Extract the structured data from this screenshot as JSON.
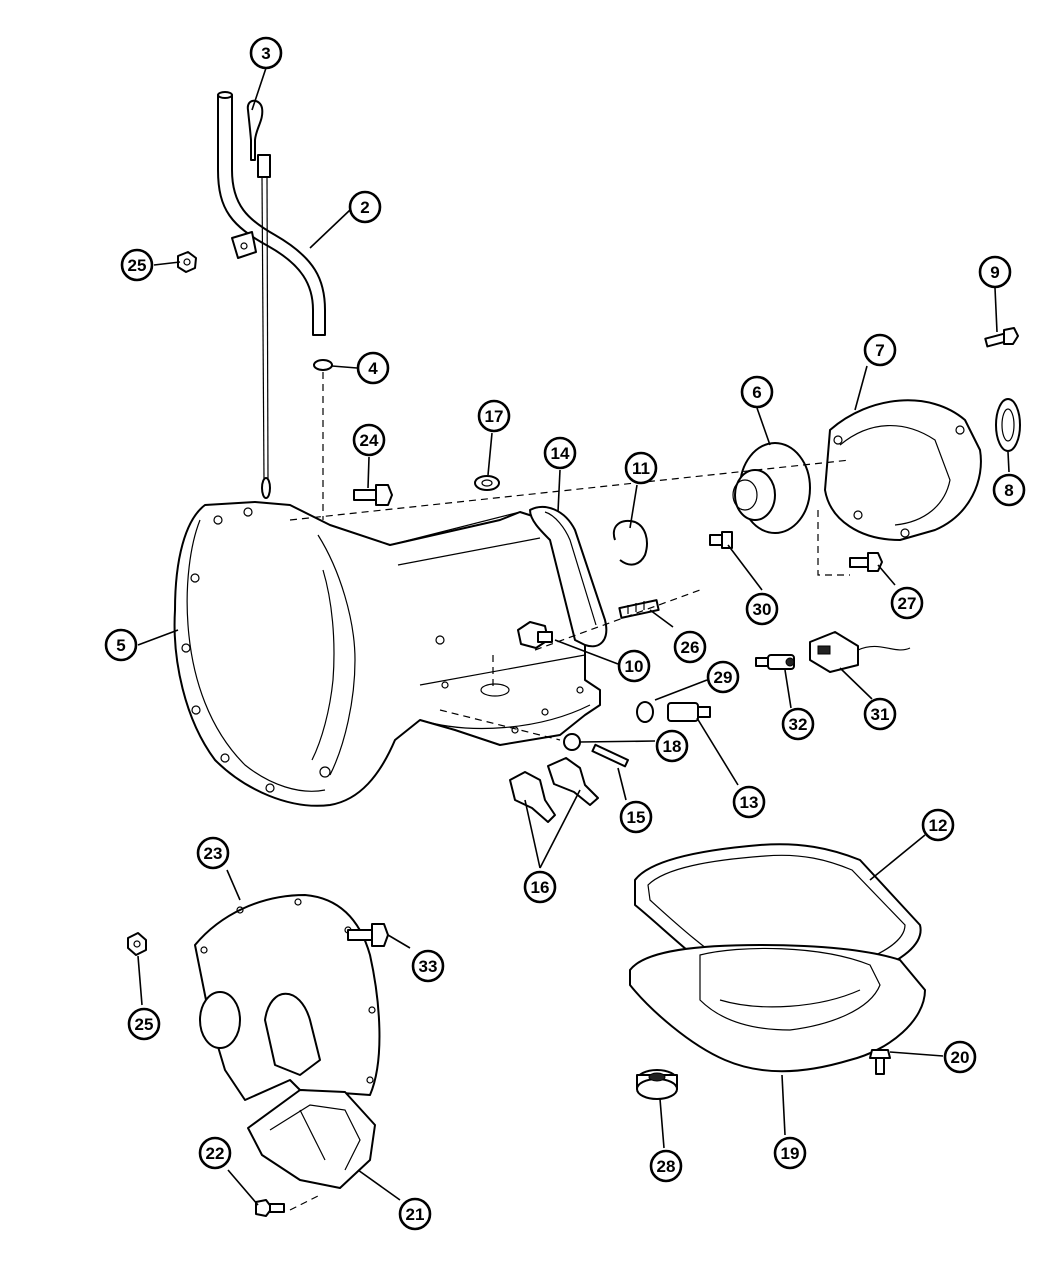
{
  "callouts": {
    "c1": "2",
    "c2": "3",
    "c3": "4",
    "c4": "5",
    "c5": "6",
    "c6": "7",
    "c7": "8",
    "c8": "9",
    "c9": "10",
    "c10": "11",
    "c11": "12",
    "c12": "13",
    "c13": "14",
    "c14": "15",
    "c15": "16",
    "c16": "17",
    "c17": "18",
    "c18": "19",
    "c19": "20",
    "c20": "21",
    "c21": "22",
    "c22": "23",
    "c23": "24",
    "c24": "25",
    "c25": "25",
    "c26": "26",
    "c27": "27",
    "c28": "28",
    "c29": "29",
    "c30": "30",
    "c31": "31",
    "c32": "32",
    "c33": "33"
  },
  "colors": {
    "line": "#000000",
    "background": "#ffffff"
  }
}
